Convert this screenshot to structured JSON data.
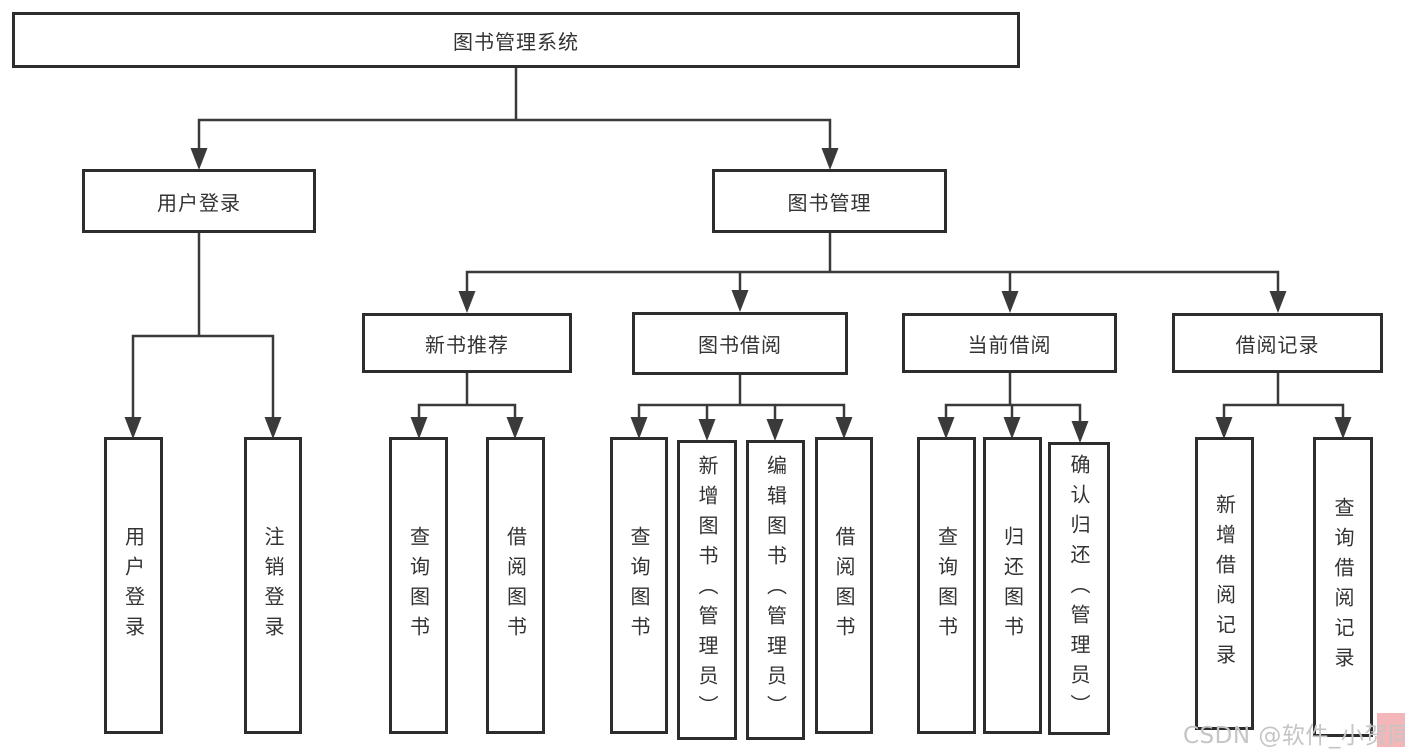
{
  "colors": {
    "line": "#3a3a3a",
    "border": "#2d2d2d",
    "text": "#333333",
    "watermark": "#c5c5c5",
    "accent": "#f3b6b9",
    "bg": "#ffffff"
  },
  "tree": {
    "root": {
      "label": "图书管理系统",
      "children": [
        {
          "label": "用户登录",
          "children": [
            {
              "label": "用户登录"
            },
            {
              "label": "注销登录"
            }
          ]
        },
        {
          "label": "图书管理",
          "children": [
            {
              "label": "新书推荐",
              "children": [
                {
                  "label": "查询图书"
                },
                {
                  "label": "借阅图书"
                }
              ]
            },
            {
              "label": "图书借阅",
              "children": [
                {
                  "label": "查询图书"
                },
                {
                  "label": "新增图书（管理员）"
                },
                {
                  "label": "编辑图书（管理员）"
                },
                {
                  "label": "借阅图书"
                }
              ]
            },
            {
              "label": "当前借阅",
              "children": [
                {
                  "label": "查询图书"
                },
                {
                  "label": "归还图书"
                },
                {
                  "label": "确认归还（管理员）"
                }
              ]
            },
            {
              "label": "借阅记录",
              "children": [
                {
                  "label": "新增借阅记录"
                },
                {
                  "label": "查询借阅记录"
                }
              ]
            }
          ]
        }
      ]
    }
  },
  "watermark": {
    "text": "CSDN @软件_小贺同学"
  }
}
